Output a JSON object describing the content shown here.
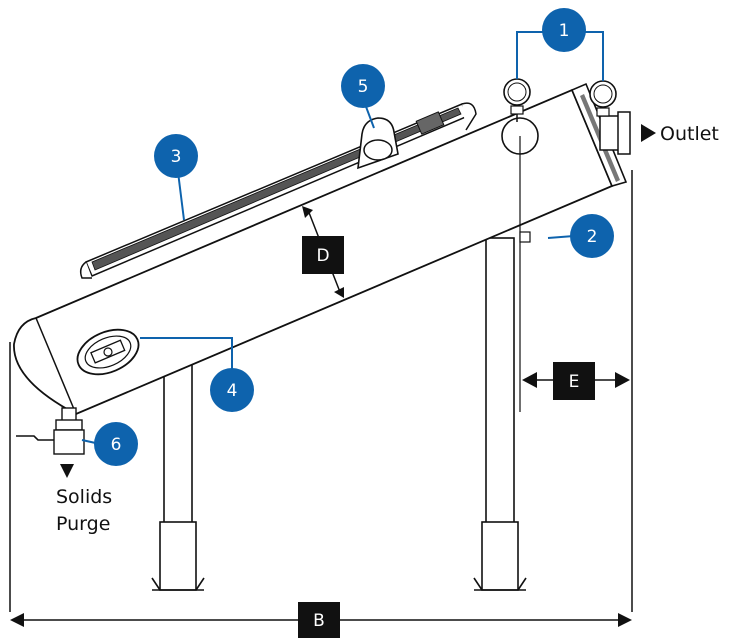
{
  "callouts": [
    "1",
    "2",
    "3",
    "4",
    "5",
    "6"
  ],
  "labels": {
    "outlet": "Outlet",
    "solids_line1": "Solids",
    "solids_line2": "Purge"
  },
  "dimensions": {
    "B": "B",
    "D": "D",
    "E": "E"
  },
  "colors": {
    "callout": "#0e63ad",
    "dimension_box": "#111111",
    "outline": "#111111",
    "tank_fill": "#ffffff"
  }
}
